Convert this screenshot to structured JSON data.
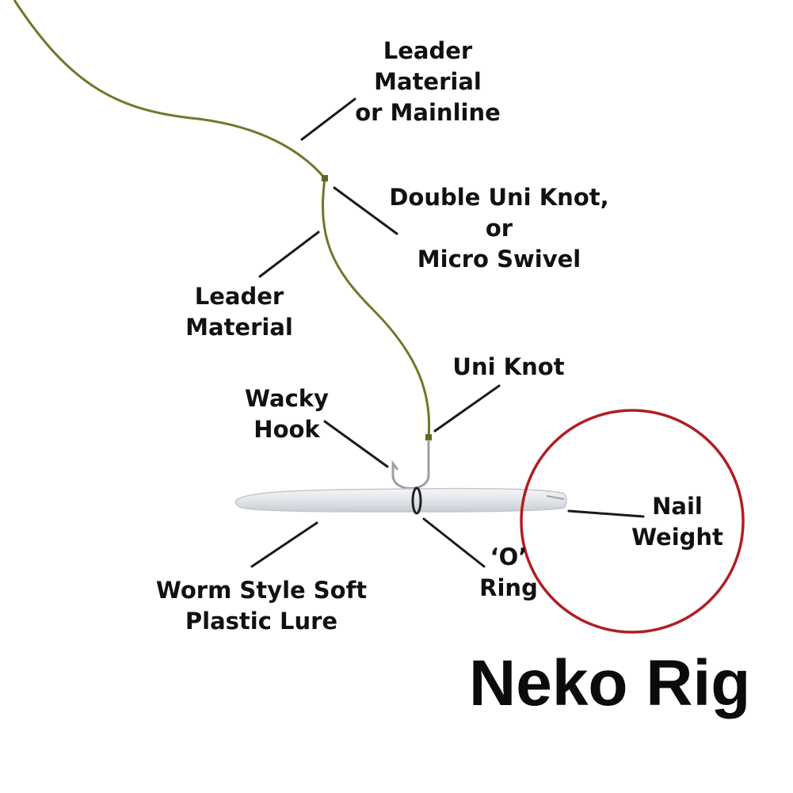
{
  "labels": {
    "leader_or_mainline": [
      "Leader",
      "Material",
      "or Mainline"
    ],
    "double_uni_knot": [
      "Double Uni Knot,",
      "or",
      "Micro Swivel"
    ],
    "leader_material": [
      "Leader",
      "Material"
    ],
    "uni_knot": [
      "Uni Knot"
    ],
    "wacky_hook": [
      "Wacky",
      "Hook"
    ],
    "nail_weight": [
      "Nail",
      "Weight"
    ],
    "o_ring": [
      "‘O’",
      "Ring"
    ],
    "worm_lure": [
      "Worm Style Soft",
      "Plastic Lure"
    ]
  },
  "title": "Neko Rig",
  "colors": {
    "line": "#6b7a2a",
    "circle": "#b01e24",
    "worm": "#e8eaee",
    "pointer": "#1a1a1a",
    "text": "#111111"
  }
}
